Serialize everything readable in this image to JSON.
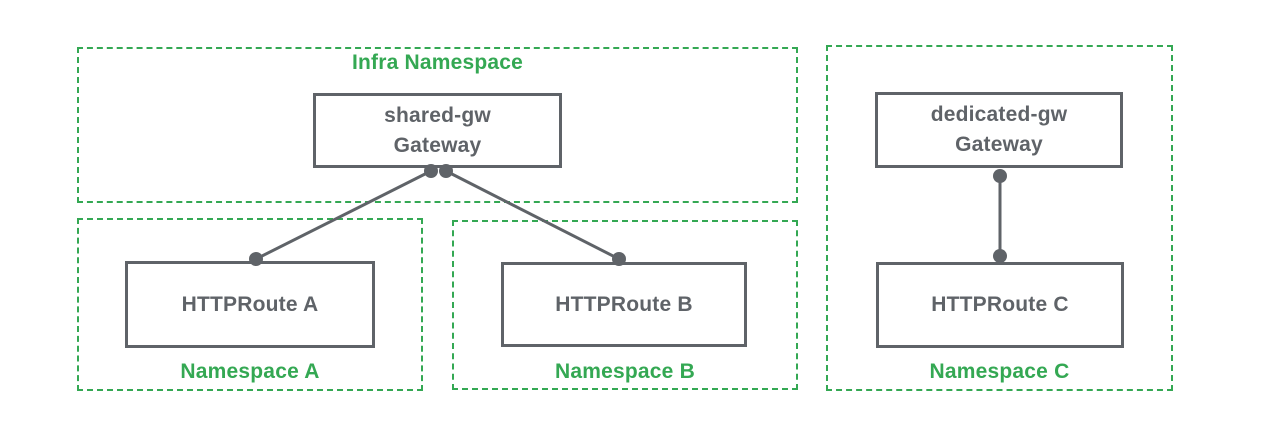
{
  "colors": {
    "namespace_green": "#34A853",
    "node_gray": "#5F6368",
    "background": "#ffffff"
  },
  "namespaces": {
    "infra": {
      "label": "Infra Namespace"
    },
    "a": {
      "label": "Namespace A"
    },
    "b": {
      "label": "Namespace B"
    },
    "c": {
      "label": "Namespace C"
    }
  },
  "nodes": {
    "shared_gw": {
      "name": "shared-gw",
      "type": "Gateway"
    },
    "dedicated_gw": {
      "name": "dedicated-gw",
      "type": "Gateway"
    },
    "httproute_a": {
      "label": "HTTPRoute A"
    },
    "httproute_b": {
      "label": "HTTPRoute B"
    },
    "httproute_c": {
      "label": "HTTPRoute C"
    }
  }
}
